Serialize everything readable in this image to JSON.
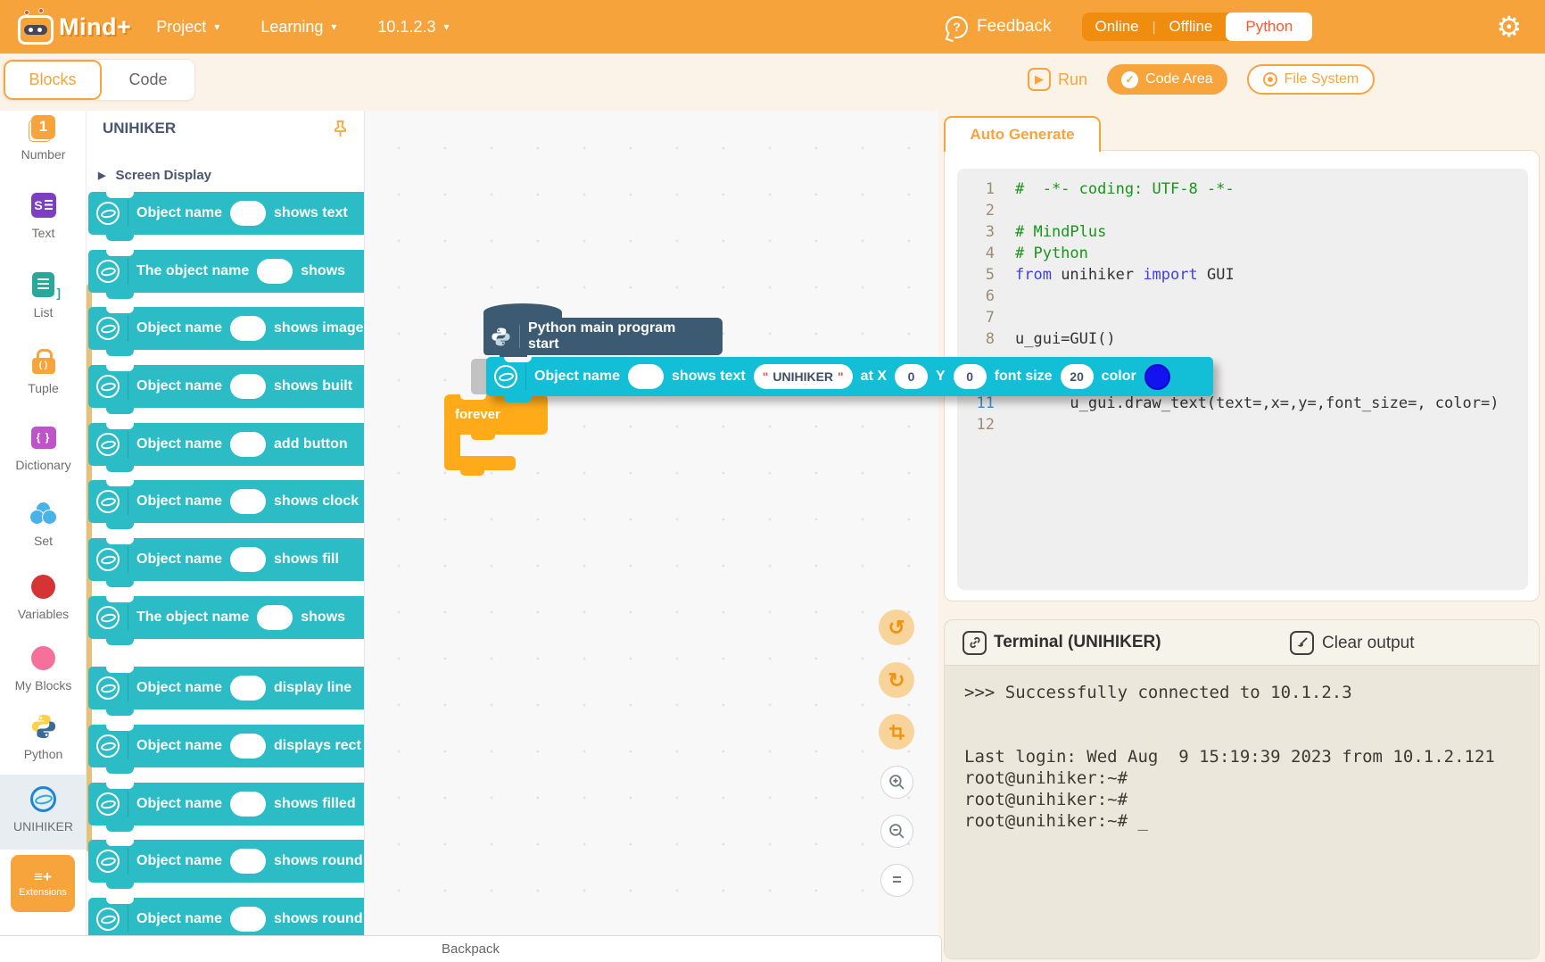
{
  "header": {
    "logo": "Mind+",
    "menus": [
      {
        "label": "Project"
      },
      {
        "label": "Learning"
      },
      {
        "label": "10.1.2.3"
      }
    ],
    "feedback": "Feedback",
    "connection": {
      "online": "Online",
      "offline": "Offline",
      "mode": "Python"
    }
  },
  "toolbar": {
    "blocks_tab": "Blocks",
    "code_tab": "Code",
    "run": "Run",
    "code_area": "Code Area",
    "file_system": "File System"
  },
  "sidebar": {
    "items": [
      {
        "id": "number",
        "label": "Number",
        "icon": "number-icon"
      },
      {
        "id": "text",
        "label": "Text",
        "icon": "text-icon"
      },
      {
        "id": "list",
        "label": "List",
        "icon": "list-icon"
      },
      {
        "id": "tuple",
        "label": "Tuple",
        "icon": "tuple-icon"
      },
      {
        "id": "dictionary",
        "label": "Dictionary",
        "icon": "dictionary-icon"
      },
      {
        "id": "set",
        "label": "Set",
        "icon": "set-icon"
      },
      {
        "id": "variables",
        "label": "Variables",
        "icon": "variables-icon"
      },
      {
        "id": "my-blocks",
        "label": "My Blocks",
        "icon": "my-blocks-icon"
      },
      {
        "id": "python",
        "label": "Python",
        "icon": "python-icon"
      },
      {
        "id": "unihiker",
        "label": "UNIHIKER",
        "icon": "unihiker-icon",
        "selected": true
      }
    ],
    "extensions_label": "Extensions"
  },
  "palette": {
    "title": "UNIHIKER",
    "section": "Screen Display",
    "blocks": [
      {
        "prefix": "Object name",
        "suffix": "shows text"
      },
      {
        "prefix": "The object name",
        "suffix": "shows"
      },
      {
        "prefix": "Object name",
        "suffix": "shows image"
      },
      {
        "prefix": "Object name",
        "suffix": "shows built"
      },
      {
        "prefix": "Object name",
        "suffix": "add button"
      },
      {
        "prefix": "Object name",
        "suffix": "shows clock"
      },
      {
        "prefix": "Object name",
        "suffix": "shows fill"
      },
      {
        "prefix": "The object name",
        "suffix": "shows"
      },
      {
        "prefix": "Object name",
        "suffix": "display line"
      },
      {
        "prefix": "Object name",
        "suffix": "displays rect"
      },
      {
        "prefix": "Object name",
        "suffix": "shows filled"
      },
      {
        "prefix": "Object name",
        "suffix": "shows round"
      },
      {
        "prefix": "Object name",
        "suffix": "shows round"
      }
    ]
  },
  "canvas": {
    "hat_label": "Python main program start",
    "forever_label": "forever",
    "dragged": {
      "obj": "Object name",
      "shows": "shows text",
      "quote": "\"",
      "text_value": "UNIHIKER",
      "at_x": "at X",
      "x": "0",
      "y_label": "Y",
      "y": "0",
      "font_size_label": "font size",
      "font_size": "20",
      "color_label": "color",
      "color_value": "#1313F0"
    }
  },
  "code_panel": {
    "tab": "Auto Generate",
    "lines": [
      {
        "n": "1",
        "segs": [
          {
            "t": "#  -*- coding: UTF-8 -*-",
            "c": "com"
          }
        ]
      },
      {
        "n": "2",
        "segs": []
      },
      {
        "n": "3",
        "segs": [
          {
            "t": "# MindPlus",
            "c": "com"
          }
        ]
      },
      {
        "n": "4",
        "segs": [
          {
            "t": "# Python",
            "c": "com"
          }
        ]
      },
      {
        "n": "5",
        "segs": [
          {
            "t": "from",
            "c": "kw"
          },
          {
            "t": " unihiker ",
            "c": "pl"
          },
          {
            "t": "import",
            "c": "kw"
          },
          {
            "t": " GUI",
            "c": "pl"
          }
        ]
      },
      {
        "n": "6",
        "segs": []
      },
      {
        "n": "7",
        "segs": []
      },
      {
        "n": "8",
        "segs": [
          {
            "t": "u_gui=GUI()",
            "c": "pl"
          }
        ]
      },
      {
        "n": "",
        "segs": []
      },
      {
        "n": "",
        "segs": []
      },
      {
        "n": "11",
        "hl": true,
        "segs": [
          {
            "t": "      u_gui.draw_text(text=,x=,y=,font_size=, color=)",
            "c": "pl"
          }
        ]
      },
      {
        "n": "12",
        "segs": []
      }
    ]
  },
  "terminal": {
    "title": "Terminal (UNIHIKER)",
    "clear": "Clear output",
    "lines": [
      ">>> Successfully connected to 10.1.2.3",
      "",
      "",
      "Last login: Wed Aug  9 15:19:39 2023 from 10.1.2.121",
      "root@unihiker:~#",
      "root@unihiker:~#",
      "root@unihiker:~# _"
    ]
  },
  "backpack": {
    "label": "Backpack"
  },
  "glyphs": {
    "caret": "▾",
    "gear": "⚙",
    "question": "?",
    "divider": "|",
    "play": "▶",
    "check": "✓",
    "section_arrow": "▶",
    "undo": "↺",
    "redo": "↻",
    "equals": "=",
    "extensions": "≡+"
  },
  "colors": {
    "accent": "#F7A43C",
    "block_teal": "#2BBCC6",
    "block_cyan": "#12BFD6",
    "hat_navy": "#3C5B73",
    "control_orange": "#FFAB19",
    "color_swatch": "#1313F0"
  }
}
